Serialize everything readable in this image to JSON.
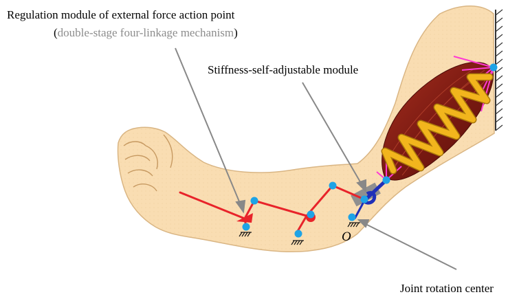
{
  "labels": {
    "regulation_title": "Regulation module of external force action point",
    "regulation_subtitle_open": "(",
    "regulation_subtitle_text": "double-stage four-linkage mechanism",
    "regulation_subtitle_close": ")",
    "stiffness": "Stiffness-self-adjustable module",
    "joint": "Joint rotation center",
    "origin": "O"
  },
  "colors": {
    "skin_fill": "#f9ddb2",
    "skin_outline": "#d9b583",
    "linkage": "#e8232a",
    "pivot": "#1ea3e6",
    "spring": "#f2b51d",
    "spring_edge": "#a9780a",
    "muscle": "#7b1a12",
    "tendon": "#ff3ad4",
    "wall": "#333333",
    "pointer": "#888888",
    "slider_blue": "#1f2fb8",
    "slider_block": "#8f8f8f",
    "subtitle_gray": "#8c8c8c"
  },
  "icons": {
    "ground": "ground-hatch-icon",
    "pivot": "pivot-dot-icon"
  }
}
